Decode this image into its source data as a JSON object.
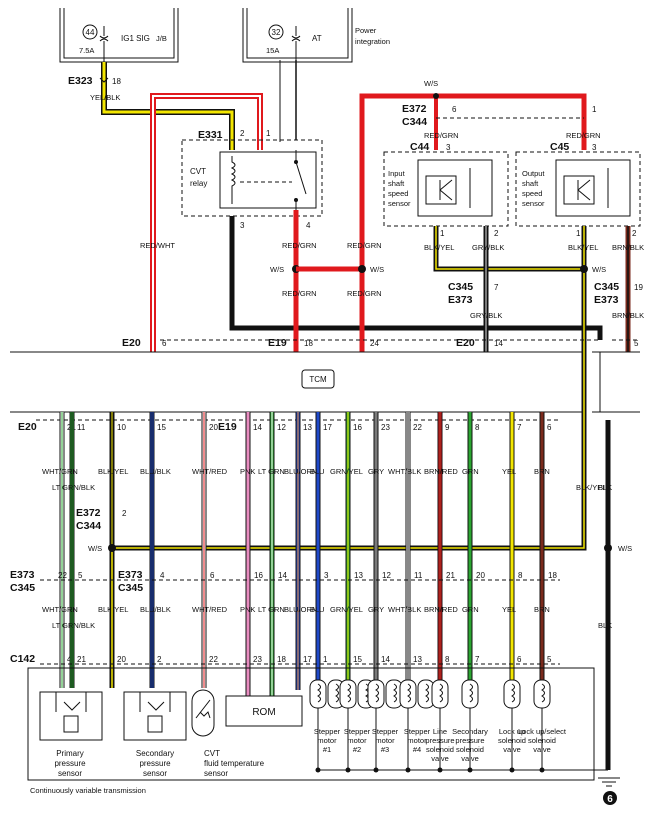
{
  "colors": {
    "red": "#e0191d",
    "white": "#ffffff",
    "yellow": "#f3e600",
    "black": "#111111",
    "green": "#2aa531",
    "blue": "#1f49c9",
    "pink": "#e88cc0",
    "gray": "#7a7a7a",
    "brown": "#7a2a1c",
    "orange": "#f28c1e"
  },
  "top_fuses": {
    "fuse44": {
      "number": "44",
      "amp": "7.5A",
      "name": "IG1 SIG",
      "box": "J/B"
    },
    "fuse32": {
      "number": "32",
      "amp": "15A",
      "name": "AT",
      "box": "Power integration"
    }
  },
  "connectors": {
    "e323": "E323",
    "e323_pin": "18",
    "e323_wire": "YEL/BLK",
    "e331": "E331",
    "e331_pin2": "2",
    "e331_pin1": "1",
    "e331_pin3": "3",
    "e331_pin4": "4",
    "e372_top": "E372",
    "c344_top": "C344",
    "e372_pin6": "6",
    "e372_pin1": "1",
    "ws_top": "W/S",
    "c44": "C44",
    "c44_pin3": "3",
    "c44_pin1": "1",
    "c44_pin2": "2",
    "c45": "C45",
    "c45_pin3": "3",
    "c45_pin1": "1",
    "c45_pin2": "2",
    "c345_right": "C345",
    "e373_right": "E373",
    "c345_pin7": "7",
    "c345_right2": "C345",
    "e373_right2": "E373",
    "c345_pin19": "19",
    "e20_top": "E20",
    "e20_top_pin": "6",
    "e19_top": "E19",
    "e19_pin18": "18",
    "e19_pin24": "24",
    "e20_mid": "E20",
    "e20_pin14": "14",
    "pin5_right": "5",
    "tcm": "TCM",
    "e20_tcm": "E20",
    "e19_tcm": "E19",
    "e372_mid": "E372",
    "c344_mid": "C344",
    "e372_mid_pin": "2",
    "ws_mid": "W/S",
    "ws_right": "W/S",
    "e373_left": "E373",
    "c345_left": "C345",
    "e373_mid": "E373",
    "c345_mid": "C345",
    "c142": "C142"
  },
  "relay": {
    "label_line1": "CVT",
    "label_line2": "relay"
  },
  "input_sensor": {
    "l1": "Input",
    "l2": "shaft",
    "l3": "speed",
    "l4": "sensor"
  },
  "output_sensor": {
    "l1": "Output",
    "l2": "shaft",
    "l3": "speed",
    "l4": "sensor"
  },
  "top_wires": {
    "red_wht": "RED/WHT",
    "red_grn_a": "RED/GRN",
    "red_grn_b": "RED/GRN",
    "red_grn_c": "RED/GRN",
    "red_grn_d": "RED/GRN",
    "red_grn_c44": "RED/GRN",
    "red_grn_c45": "RED/GRN",
    "ws_left": "W/S",
    "ws_right": "W/S",
    "ws_c45": "W/S",
    "blk_yel_c44": "BLK/YEL",
    "gry_blk_c44": "GRY/BLK",
    "blk_yel_c45": "BLK/YEL",
    "brn_blk_c45": "BRN/BLK",
    "gry_blk_low": "GRY/BLK",
    "brn_blk_low": "BRN/BLK"
  },
  "tcm_pins": {
    "e20": [
      "21",
      "11",
      "10",
      "15",
      "20"
    ],
    "e19": [
      "14",
      "12",
      "13",
      "17",
      "16",
      "23",
      "22",
      "9",
      "8",
      "7",
      "6"
    ]
  },
  "mid_wire_labels": [
    "WHT/GRN",
    "LT GRN/BLK",
    "BLK/YEL",
    "BLU/BLK",
    "WHT/RED",
    "PNK",
    "LT GRN",
    "BLU/ORN",
    "BLU",
    "GRN/YEL",
    "GRY",
    "WHT/BLK",
    "BRN/RED",
    "GRN",
    "YEL",
    "BRN",
    "BLK/YEL",
    "BLK",
    "W/S"
  ],
  "e373_pins": [
    "22",
    "5",
    "4",
    "6",
    "16",
    "14",
    "3",
    "13",
    "12",
    "11",
    "21",
    "20",
    "8",
    "18"
  ],
  "low_wire_labels": [
    "WHT/GRN",
    "LT GRN/BLK",
    "BLK/YEL",
    "BLU/BLK",
    "WHT/RED",
    "PNK",
    "LT GRN",
    "BLU/ORN",
    "BLU",
    "GRN/YEL",
    "GRY",
    "WHT/BLK",
    "BRN/RED",
    "GRN",
    "YEL",
    "BRN",
    "BLK"
  ],
  "c142_pins": [
    "4",
    "21",
    "20",
    "2",
    "22",
    "23",
    "18",
    "17",
    "1",
    "15",
    "14",
    "13",
    "8",
    "7",
    "6",
    "5"
  ],
  "components": {
    "primary": [
      "Primary",
      "pressure",
      "sensor"
    ],
    "secondary": [
      "Secondary",
      "pressure",
      "sensor"
    ],
    "temp": [
      "CVT",
      "fluid temperature",
      "sensor"
    ],
    "rom": "ROM",
    "sm1": [
      "Stepper",
      "motor",
      "#1"
    ],
    "sm2": [
      "Stepper",
      "motor",
      "#2"
    ],
    "sm3": [
      "Stepper",
      "motor",
      "#3"
    ],
    "sm4": [
      "Stepper",
      "motor",
      "#4"
    ],
    "line": [
      "Line",
      "pressure",
      "solenoid",
      "valve"
    ],
    "sec": [
      "Secondary",
      "pressure",
      "solenoid",
      "valve"
    ],
    "lockup": [
      "Lock up",
      "solenoid",
      "valve"
    ],
    "lockup_sel": [
      "Lock up/select",
      "solenoid",
      "valve"
    ],
    "footer": "Continuously variable transmission",
    "ground": "6"
  }
}
